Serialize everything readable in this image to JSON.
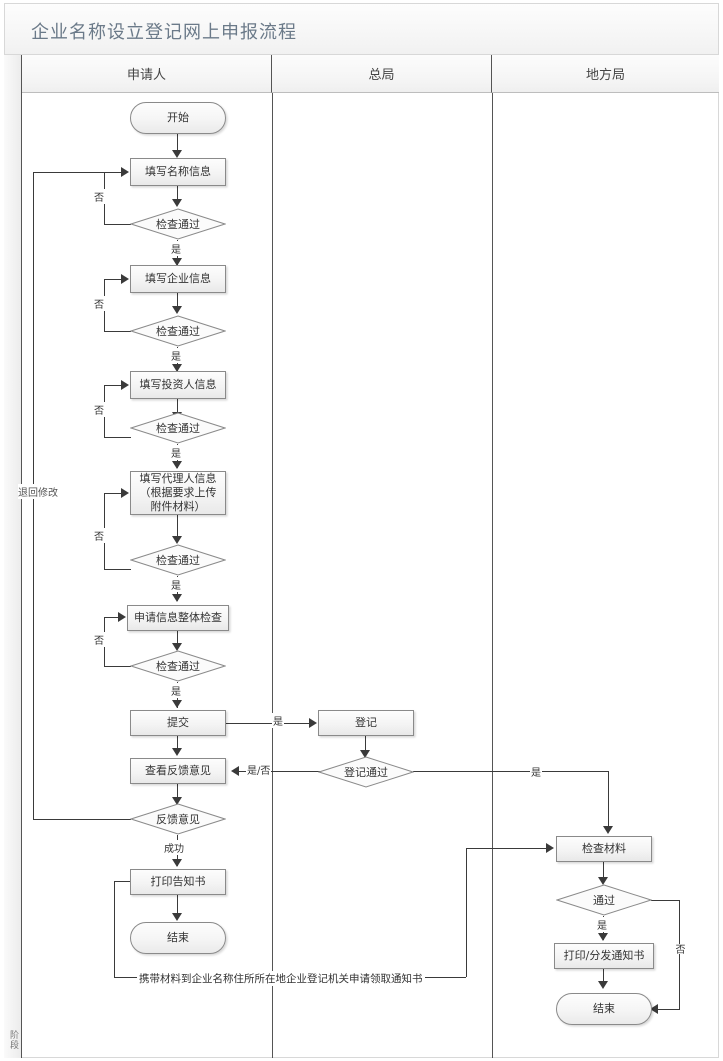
{
  "title": "企业名称设立登记网上申报流程",
  "phase_label": "阶段",
  "lanes": [
    {
      "name": "applicant",
      "label": "申请人"
    },
    {
      "name": "general-bureau",
      "label": "总局"
    },
    {
      "name": "local-bureau",
      "label": "地方局"
    }
  ],
  "nodes": {
    "start": "开始",
    "fill_name": "填写名称信息",
    "check1": "检查通过",
    "fill_company": "填写企业信息",
    "check2": "检查通过",
    "fill_investor": "填写投资人信息",
    "check3": "检查通过",
    "fill_agent": "填写代理人信息（根据要求上传附件材料）",
    "check4": "检查通过",
    "overall_check": "申请信息整体检查",
    "check5": "检查通过",
    "submit": "提交",
    "view_feedback": "查看反馈意见",
    "feedback": "反馈意见",
    "print_notice": "打印告知书",
    "end_applicant": "结束",
    "register": "登记",
    "register_pass": "登记通过",
    "check_materials": "检查材料",
    "pass": "通过",
    "print_distribute": "打印/分发通知书",
    "end_local": "结束"
  },
  "edge_labels": {
    "no1": "否",
    "yes1": "是",
    "no2": "否",
    "yes2": "是",
    "no3": "否",
    "yes3": "是",
    "no4": "否",
    "yes4": "是",
    "no5": "否",
    "yes5": "是",
    "submit_yes": "是",
    "reg_yes_no": "是/否",
    "reg_yes": "是",
    "feedback_success": "成功",
    "pass_yes": "是",
    "pass_no": "否",
    "return_modify": "退回修改",
    "pickup_notice": "携带材料到企业名称住所所在地企业登记机关申请领取通知书"
  },
  "colors": {
    "title": "#6b7a89",
    "line": "#3a3a3a",
    "shape_border": "#8a8a8a",
    "lane_border": "#555555"
  }
}
